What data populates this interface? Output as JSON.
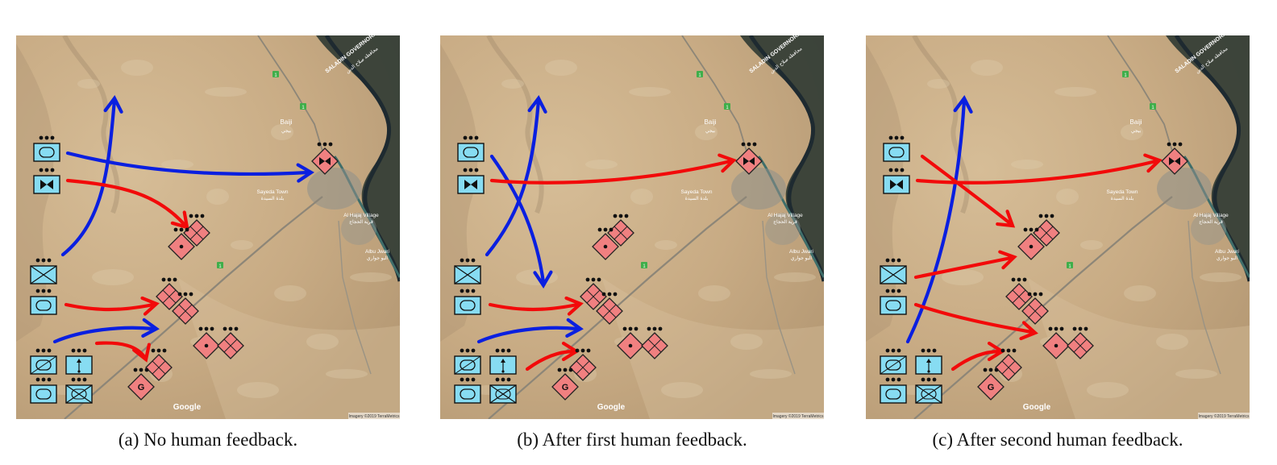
{
  "figure": {
    "panels": [
      {
        "caption": "(a) No human feedback."
      },
      {
        "caption": "(b) After first human feedback."
      },
      {
        "caption": "(c) After second human feedback."
      }
    ]
  },
  "map": {
    "watermark": "Google",
    "copyright": "Imagery ©2019 TerraMetrics",
    "places": {
      "baiji": "Baiji",
      "baiji_arabic": "بيجي",
      "sayeda": "Sayeda Town",
      "sayeda_arabic": "بلدة السيدة",
      "alhajaj": "Al Hajaj Village",
      "alhajaj_arabic": "قرية الحجاج",
      "albu": "Albu Jwari",
      "albu_arabic": "البو جواري",
      "saladin": "SALADIN GOVERNORATE",
      "saladin_arabic": "محافظة صلاح الدين",
      "road_tag": "1"
    }
  },
  "colors": {
    "friendly_fill": "#87dcf2",
    "enemy_fill": "#f08080",
    "friendly_arrow": "#0a1fe0",
    "enemy_arrow": "#f20a0a",
    "terrain": "#c9ad86"
  },
  "symbol_labels": {
    "enemy_hq": "G"
  }
}
